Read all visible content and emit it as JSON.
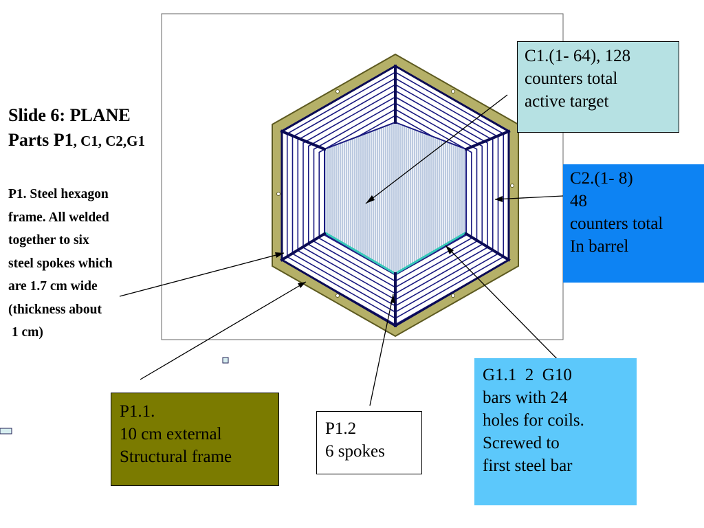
{
  "title": {
    "line1": "Slide 6: PLANE",
    "line2_main": "Parts P1",
    "line2_rest": ", C1, C2,G1"
  },
  "description": {
    "lines": [
      "P1. Steel hexagon",
      "frame. All welded",
      "together to six",
      "steel spokes which",
      "are 1.7 cm wide",
      "(thickness about",
      " 1 cm)"
    ]
  },
  "callouts": {
    "c1": {
      "lines": [
        "C1.(1- 64), 128",
        "counters total",
        "active target"
      ],
      "color": "#b6e1e3"
    },
    "c2": {
      "lines": [
        "C2.(1- 8)",
        "48",
        "counters total",
        "In barrel"
      ],
      "color": "#0d83f3"
    },
    "g1": {
      "lines": [
        "G1.1  2  G10",
        "bars with 24",
        "holes for coils.",
        "Screwed to",
        "first steel bar"
      ],
      "color": "#5cc8fb"
    },
    "p11": {
      "lines": [
        "P1.1.",
        "10 cm external",
        "Structural frame"
      ],
      "color": "#7b7b00"
    },
    "p12": {
      "lines": [
        "P1.2",
        "6 spokes"
      ],
      "color": "#ffffff"
    }
  },
  "colors": {
    "frame_fill": "#b5b068",
    "frame_stroke": "#5d5a20",
    "spoke": "#0b0b55",
    "barrel_line": "#1a1a80",
    "inner_hatch": "#8aa3c8",
    "inner_edge": "#35c9b9"
  }
}
